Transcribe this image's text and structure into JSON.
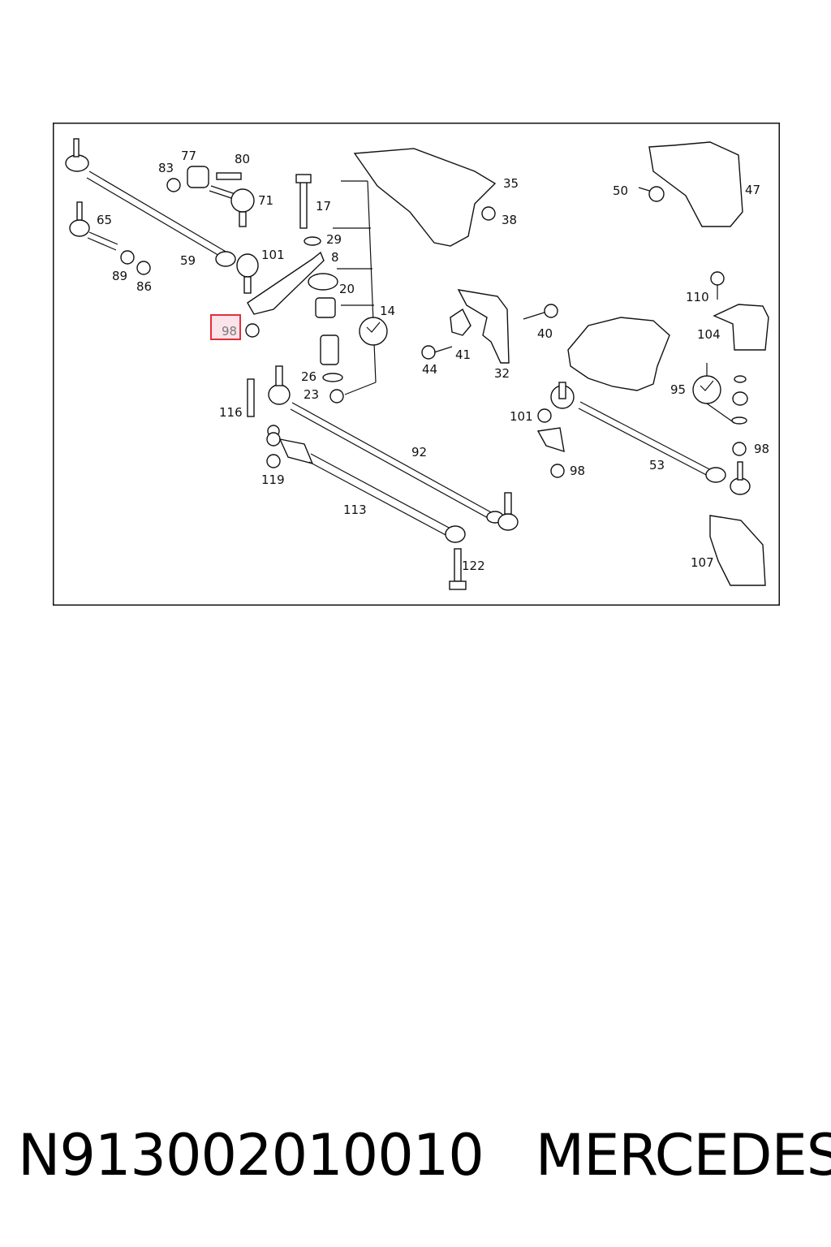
{
  "diagram": {
    "labels": {
      "l83": "83",
      "l77": "77",
      "l80": "80",
      "l71": "71",
      "l65": "65",
      "l59": "59",
      "l101a": "101",
      "l89": "89",
      "l86": "86",
      "l17": "17",
      "l29": "29",
      "l8": "8",
      "l20": "20",
      "l14": "14",
      "l98hl": "98",
      "l26": "26",
      "l23": "23",
      "l116": "116",
      "l119": "119",
      "l92": "92",
      "l113": "113",
      "l122": "122",
      "l35": "35",
      "l38": "38",
      "l50": "50",
      "l47": "47",
      "l110": "110",
      "l104": "104",
      "l40": "40",
      "l41": "41",
      "l44": "44",
      "l32": "32",
      "l95": "95",
      "l98a": "98",
      "l101b": "101",
      "l98b": "98",
      "l53": "53",
      "l107": "107"
    },
    "highlight": {
      "color": "#e0303a",
      "fill": "#fbe3ea",
      "part": "98"
    }
  },
  "caption": {
    "part_number": "N913002010010",
    "brand": "MERCEDES"
  }
}
